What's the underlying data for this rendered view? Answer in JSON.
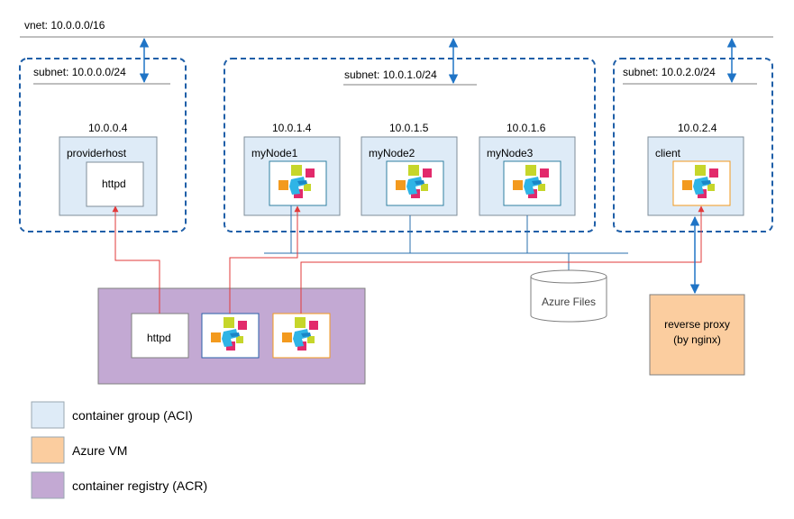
{
  "vnet": {
    "label": "vnet: 10.0.0.0/16"
  },
  "subnets": [
    {
      "label": "subnet: 10.0.0.0/24"
    },
    {
      "label": "subnet: 10.0.1.0/24"
    },
    {
      "label": "subnet: 10.0.2.0/24"
    }
  ],
  "hosts": {
    "providerhost": {
      "ip": "10.0.0.4",
      "name": "providerhost",
      "inner": "httpd"
    },
    "myNode1": {
      "ip": "10.0.1.4",
      "name": "myNode1",
      "icon": "container-app-icon"
    },
    "myNode2": {
      "ip": "10.0.1.5",
      "name": "myNode2",
      "icon": "container-app-icon"
    },
    "myNode3": {
      "ip": "10.0.1.6",
      "name": "myNode3",
      "icon": "container-app-icon"
    },
    "client": {
      "ip": "10.0.2.4",
      "name": "client",
      "icon": "container-app-icon"
    }
  },
  "storage": {
    "label": "Azure Files"
  },
  "proxy": {
    "line1": "reverse proxy",
    "line2": "(by nginx)"
  },
  "registry": {
    "image_httpd": "httpd"
  },
  "legend": [
    {
      "label": "container group (ACI)",
      "color": "#deebf7"
    },
    {
      "label": "Azure VM",
      "color": "#fbcd9f"
    },
    {
      "label": "container registry (ACR)",
      "color": "#c3a9d3"
    }
  ],
  "colors": {
    "subnet_border": "#1f5fa8",
    "aci_fill": "#deebf7",
    "aci_border": "#7f8e9a",
    "vm_fill": "#fbcd9f",
    "acr_fill": "#c3a9d3",
    "link_red": "#e23a3a",
    "link_blue": "#2a6fae",
    "arrow_blue": "#1f74c6"
  }
}
